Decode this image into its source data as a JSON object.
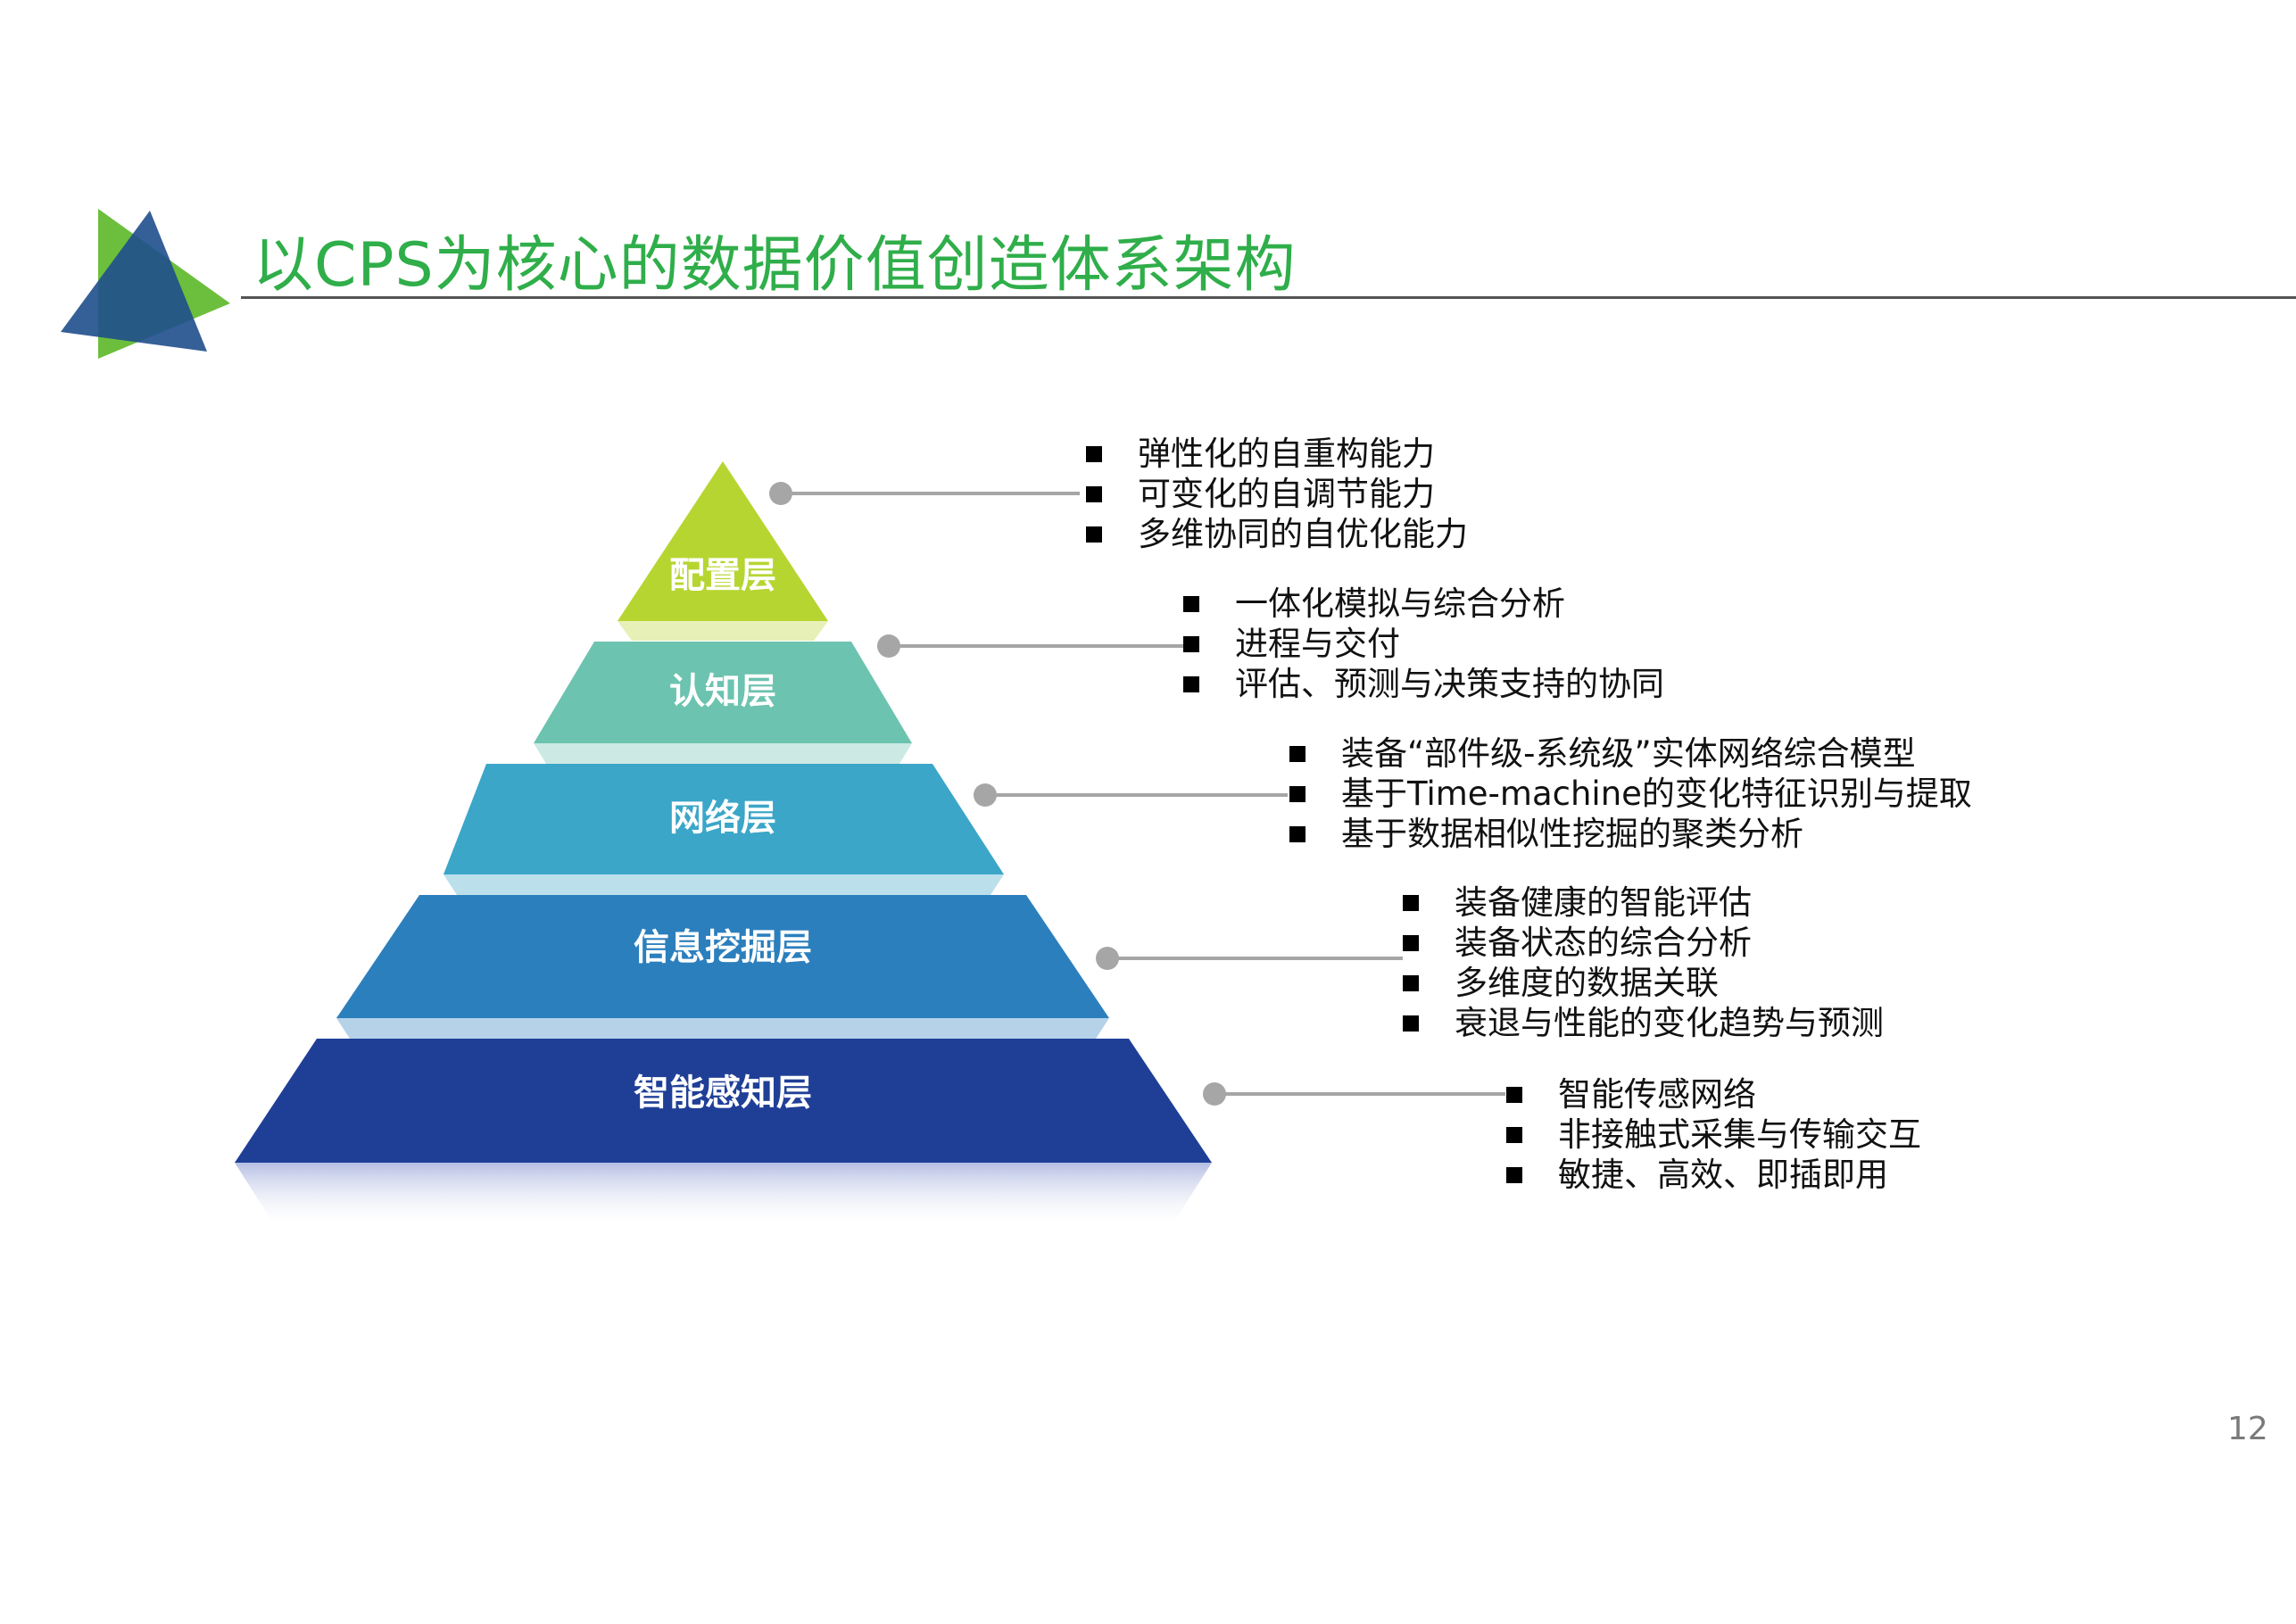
{
  "slide": {
    "title": "以CPS为核心的数据价值创造体系架构",
    "page_number": "12"
  },
  "colors": {
    "title": "#2fae4a",
    "logo_green": "#6cbf3c",
    "logo_blue": "#1f4e8c",
    "connector": "#a6a6a6",
    "dot": "#a6a6a6"
  },
  "pyramid": {
    "layers": [
      {
        "label": "配置层",
        "color": "#b6d531",
        "bullets": [
          "弹性化的自重构能力",
          "可变化的自调节能力",
          "多维协同的自优化能力"
        ]
      },
      {
        "label": "认知层",
        "color": "#6cc3af",
        "bullets": [
          "一体化模拟与综合分析",
          "进程与交付",
          "评估、预测与决策支持的协同"
        ]
      },
      {
        "label": "网络层",
        "color": "#3ba6c8",
        "bullets": [
          "装备“部件级-系统级”实体网络综合模型",
          "基于Time-machine的变化特征识别与提取",
          "基于数据相似性挖掘的聚类分析"
        ]
      },
      {
        "label": "信息挖掘层",
        "color": "#2c7fbd",
        "bullets": [
          "装备健康的智能评估",
          "装备状态的综合分析",
          "多维度的数据关联",
          "衰退与性能的变化趋势与预测"
        ]
      },
      {
        "label": "智能感知层",
        "color": "#1f3f97",
        "bullets": [
          "智能传感网络",
          "非接触式采集与传输交互",
          "敏捷、高效、即插即用"
        ]
      }
    ]
  }
}
